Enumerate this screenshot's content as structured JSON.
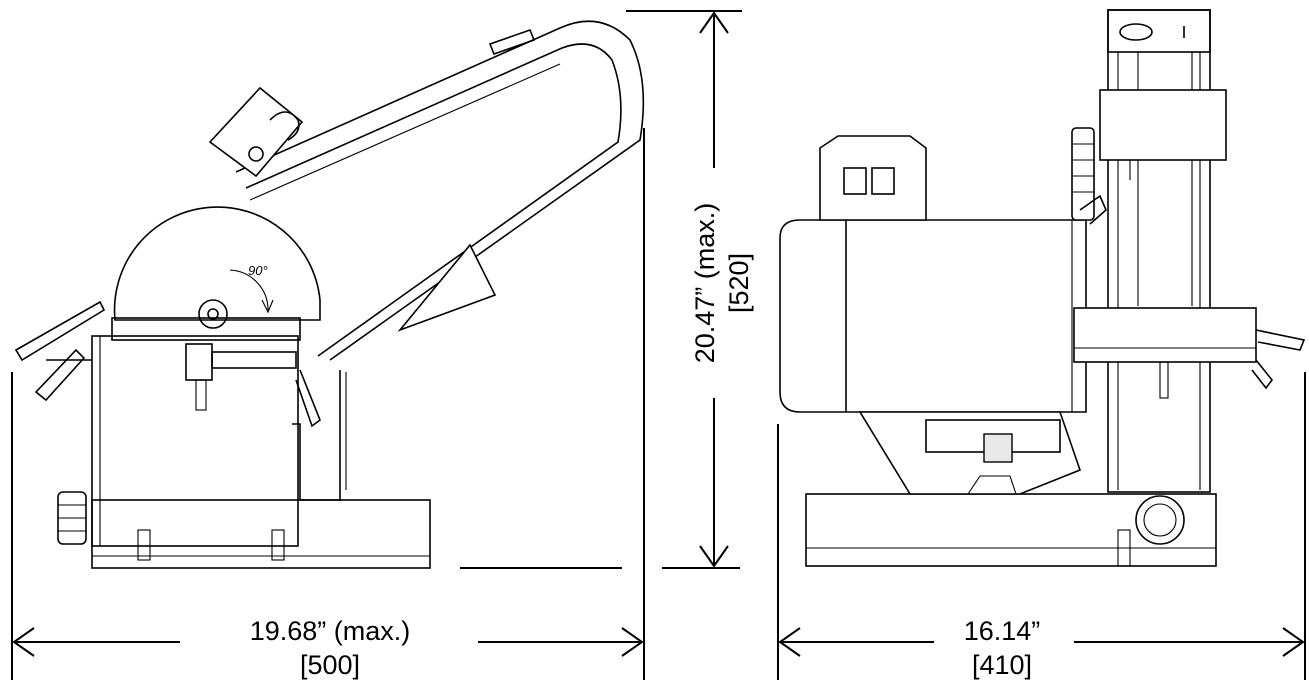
{
  "figure": {
    "side_view": {
      "angle_label": "90°"
    },
    "width_dimension": {
      "value": "19.68” (max.)",
      "metric": "[500]"
    },
    "height_dimension": {
      "value": "20.47” (max.)",
      "metric": "[520]"
    },
    "depth_dimension": {
      "value": "16.14”",
      "metric": "[410]"
    }
  }
}
